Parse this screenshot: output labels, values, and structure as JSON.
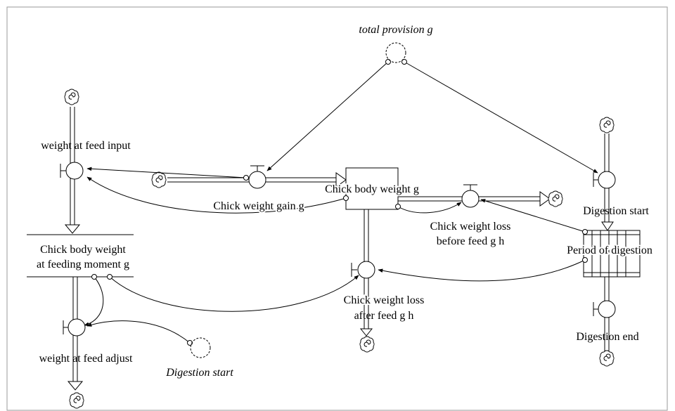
{
  "diagram": {
    "labels": {
      "total_provision": "total provision g",
      "weight_at_feed_input": "weight at feed input",
      "chick_weight_gain": "Chick weight gain g",
      "chick_body_weight": "Chick body weight g",
      "digestion_start": "Digestion start",
      "loss_before_line1": "Chick weight loss",
      "loss_before_line2": "before feed g h",
      "period_of_digestion": "Period of digestion",
      "at_feeding_line1": "Chick body weight",
      "at_feeding_line2": "at feeding moment g",
      "loss_after_line1": "Chick weight loss",
      "loss_after_line2": "after feed g h",
      "digestion_end": "Digestion end",
      "weight_at_feed_adjust": "weight at feed adjust",
      "digestion_start_shadow": "Digestion start"
    }
  }
}
